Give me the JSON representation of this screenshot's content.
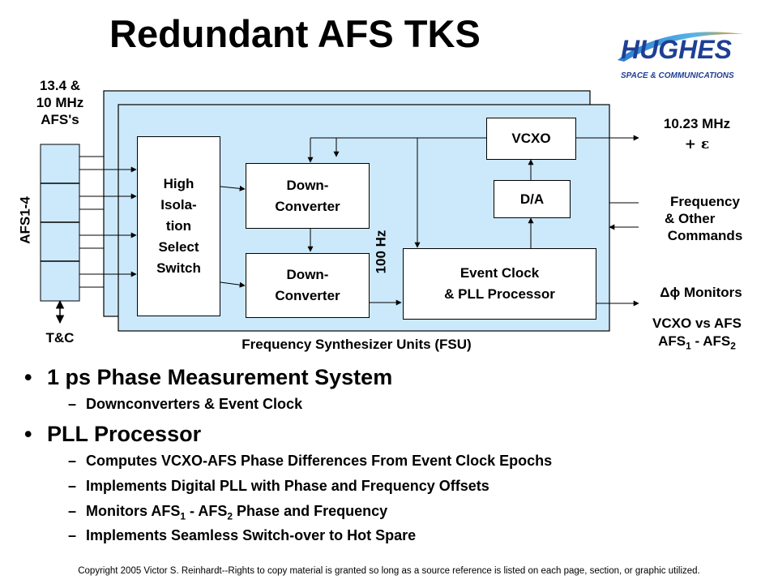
{
  "title": "Redundant AFS TKS",
  "logo": {
    "brand": "HUGHES",
    "tagline": "SPACE & COMMUNICATIONS"
  },
  "diagram": {
    "inputs_label": [
      "13.4 &",
      "10 MHz",
      "AFS's"
    ],
    "afs_label": "AFS1-4",
    "tc_label": "T&C",
    "switch_label": [
      "High",
      "Isola-",
      "tion",
      "Select",
      "Switch"
    ],
    "downconverter_1": [
      "Down-",
      "Converter"
    ],
    "downconverter_2": [
      "Down-",
      "Converter"
    ],
    "hz_label": "100 Hz",
    "vcxo": "VCXO",
    "da": "D/A",
    "event_clock": [
      "Event Clock",
      "& PLL Processor"
    ],
    "fsu_caption": "Frequency Synthesizer Units (FSU)",
    "output_freq": "10.23 MHz",
    "output_eps": "+ ε",
    "commands": [
      "Frequency",
      "& Other",
      "Commands"
    ],
    "monitors": "Δϕ Monitors",
    "monitor_1": "VCXO vs AFS",
    "monitor_2": {
      "a": "AFS",
      "sub_a": "1",
      "sep": " - AFS",
      "sub_b": "2"
    }
  },
  "bullets": [
    {
      "text": "1 ps Phase Measurement System",
      "sub": [
        {
          "text": "Downconverters & Event Clock"
        }
      ]
    },
    {
      "text": "PLL Processor",
      "sub": [
        {
          "text": "Computes VCXO-AFS Phase Differences From Event Clock Epochs"
        },
        {
          "text": "Implements Digital PLL with Phase and Frequency Offsets"
        },
        {
          "pre": "Monitors AFS",
          "s1": "1",
          "mid": " - AFS",
          "s2": "2",
          "post": " Phase and Frequency"
        },
        {
          "text": "Implements Seamless Switch-over to Hot Spare"
        }
      ]
    }
  ],
  "copyright": "Copyright 2005 Victor S. Reinhardt--Rights to copy material is granted so long as a source reference is listed on each page, section, or graphic utilized.",
  "colors": {
    "fsu_fill": "#cce9fb",
    "logo_blue": "#1f3f94",
    "swoosh": "#3b7fd1"
  }
}
